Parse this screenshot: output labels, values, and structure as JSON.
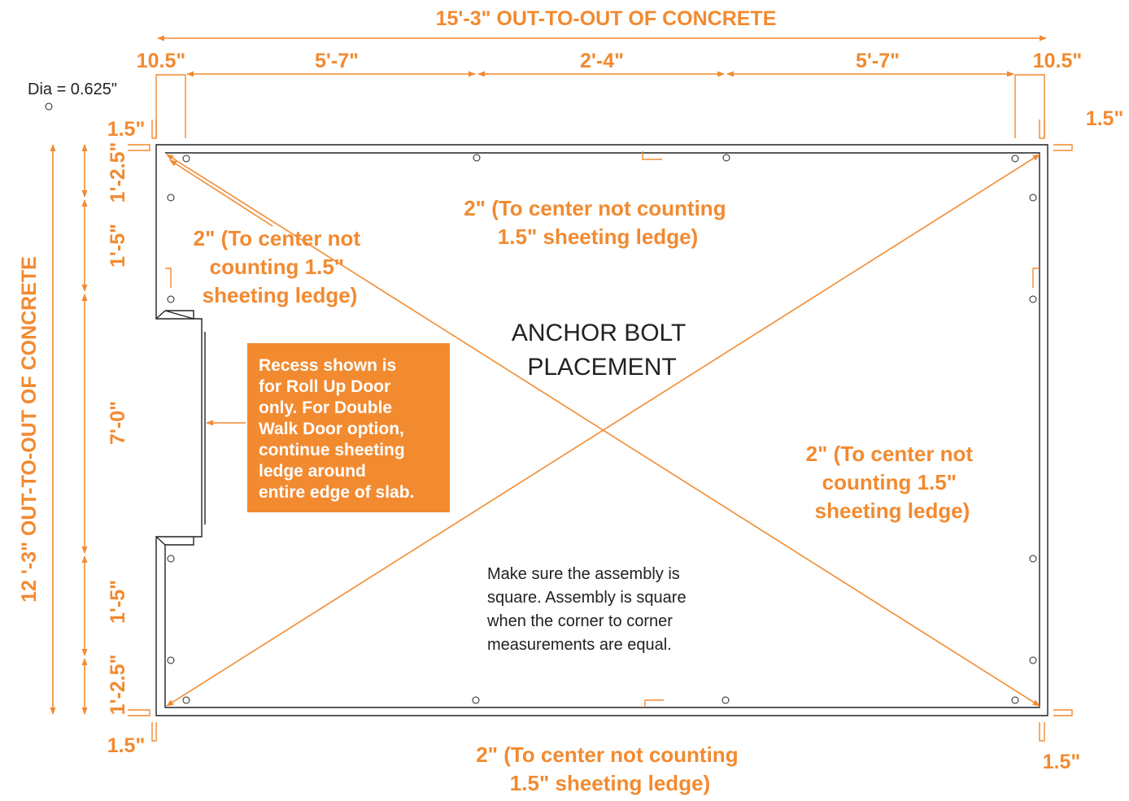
{
  "colors": {
    "accent": "#f28a30",
    "line": "#222222",
    "callout_bg": "#f28a30"
  },
  "dimensions": {
    "overall_width": "15'-3\" OUT-TO-OUT OF CONCRETE",
    "overall_height": "12 '-3\" OUT-TO-OUT OF CONCRETE",
    "top_left_offset": "10.5\"",
    "top_right_offset": "10.5\"",
    "span_left": "5'-7\"",
    "span_middle": "2'-4\"",
    "span_right": "5'-7\"",
    "ledge_top_left": "1.5\"",
    "ledge_top_right": "1.5\"",
    "ledge_bottom_left": "1.5\"",
    "ledge_bottom_right": "1.5\"",
    "left_1": "1'-2.5\"",
    "left_2": "1'-5\"",
    "left_3": "7'-0\"",
    "left_4": "1'-5\"",
    "left_5": "1'-2.5\""
  },
  "bolt_note": "Dia = 0.625\"",
  "notes": {
    "top_left": [
      "2\" (To center not",
      "counting 1.5\"",
      "sheeting ledge)"
    ],
    "top_center": [
      "2\" (To center not counting",
      "1.5\" sheeting ledge)"
    ],
    "right": [
      "2\" (To center not",
      "counting 1.5\"",
      "sheeting ledge)"
    ],
    "bottom": [
      "2\" (To center not counting",
      "1.5\" sheeting ledge)"
    ]
  },
  "title": [
    "ANCHOR BOLT",
    "PLACEMENT"
  ],
  "square_note": [
    "Make sure the assembly is",
    "square. Assembly is square",
    "when the corner to corner",
    "measurements are equal."
  ],
  "callout": [
    "Recess shown is",
    "for Roll Up Door",
    "only. For Double",
    "Walk Door option,",
    "continue sheeting",
    "ledge around",
    "entire edge of slab."
  ]
}
